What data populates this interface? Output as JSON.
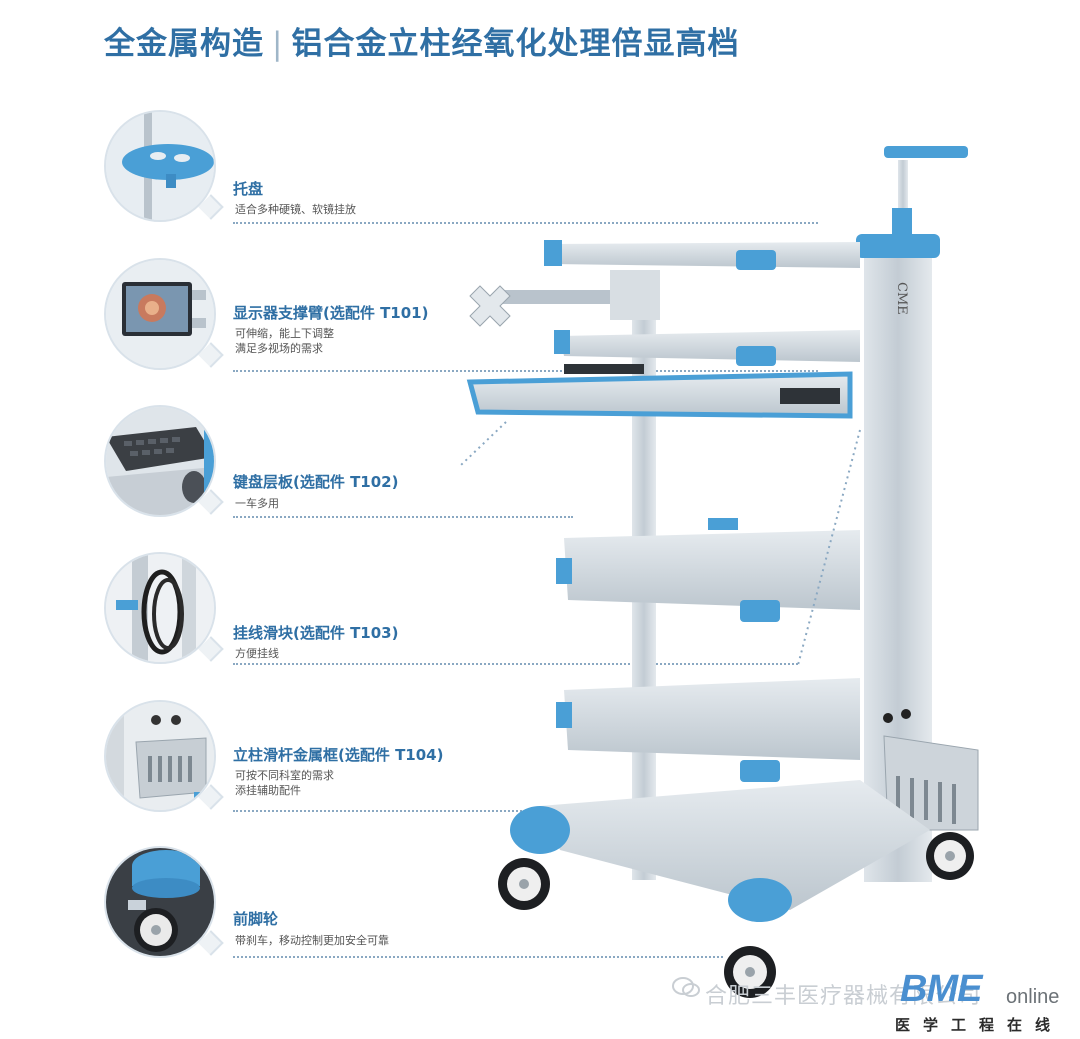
{
  "headline": {
    "left": "全金属构造",
    "separator": "|",
    "right": "铝合金立柱经氧化处理倍显高档"
  },
  "features": [
    {
      "title": "托盘",
      "desc": [
        "适合多种硬镜、软镜挂放"
      ],
      "icon": "tray-icon"
    },
    {
      "title": "显示器支撑臂(选配件 T101)",
      "desc": [
        "可伸缩，能上下调整",
        "满足多视场的需求"
      ],
      "icon": "monitor-icon"
    },
    {
      "title": "键盘层板(选配件 T102)",
      "desc": [
        "一车多用"
      ],
      "icon": "keyboard-icon"
    },
    {
      "title": "挂线滑块(选配件 T103)",
      "desc": [
        "方便挂线"
      ],
      "icon": "cable-hook-icon"
    },
    {
      "title": "立柱滑杆金属框(选配件 T104)",
      "desc": [
        "可按不同科室的需求",
        "添挂辅助配件"
      ],
      "icon": "metal-basket-icon"
    },
    {
      "title": "前脚轮",
      "desc": [
        "带刹车，移动控制更加安全可靠"
      ],
      "icon": "caster-wheel-icon"
    }
  ],
  "product": {
    "image": "medical-cart-image",
    "logo": "CME"
  },
  "watermark": {
    "account": "合肥三丰医疗器械有限公司",
    "brand": "BME",
    "brand_suffix": "online",
    "subtitle": "医学工程在线",
    "icon": "wechat-icon"
  },
  "colors": {
    "accent": "#2f6fa4",
    "cart_blue": "#4a9fd6",
    "steel": "#c9d2da"
  }
}
